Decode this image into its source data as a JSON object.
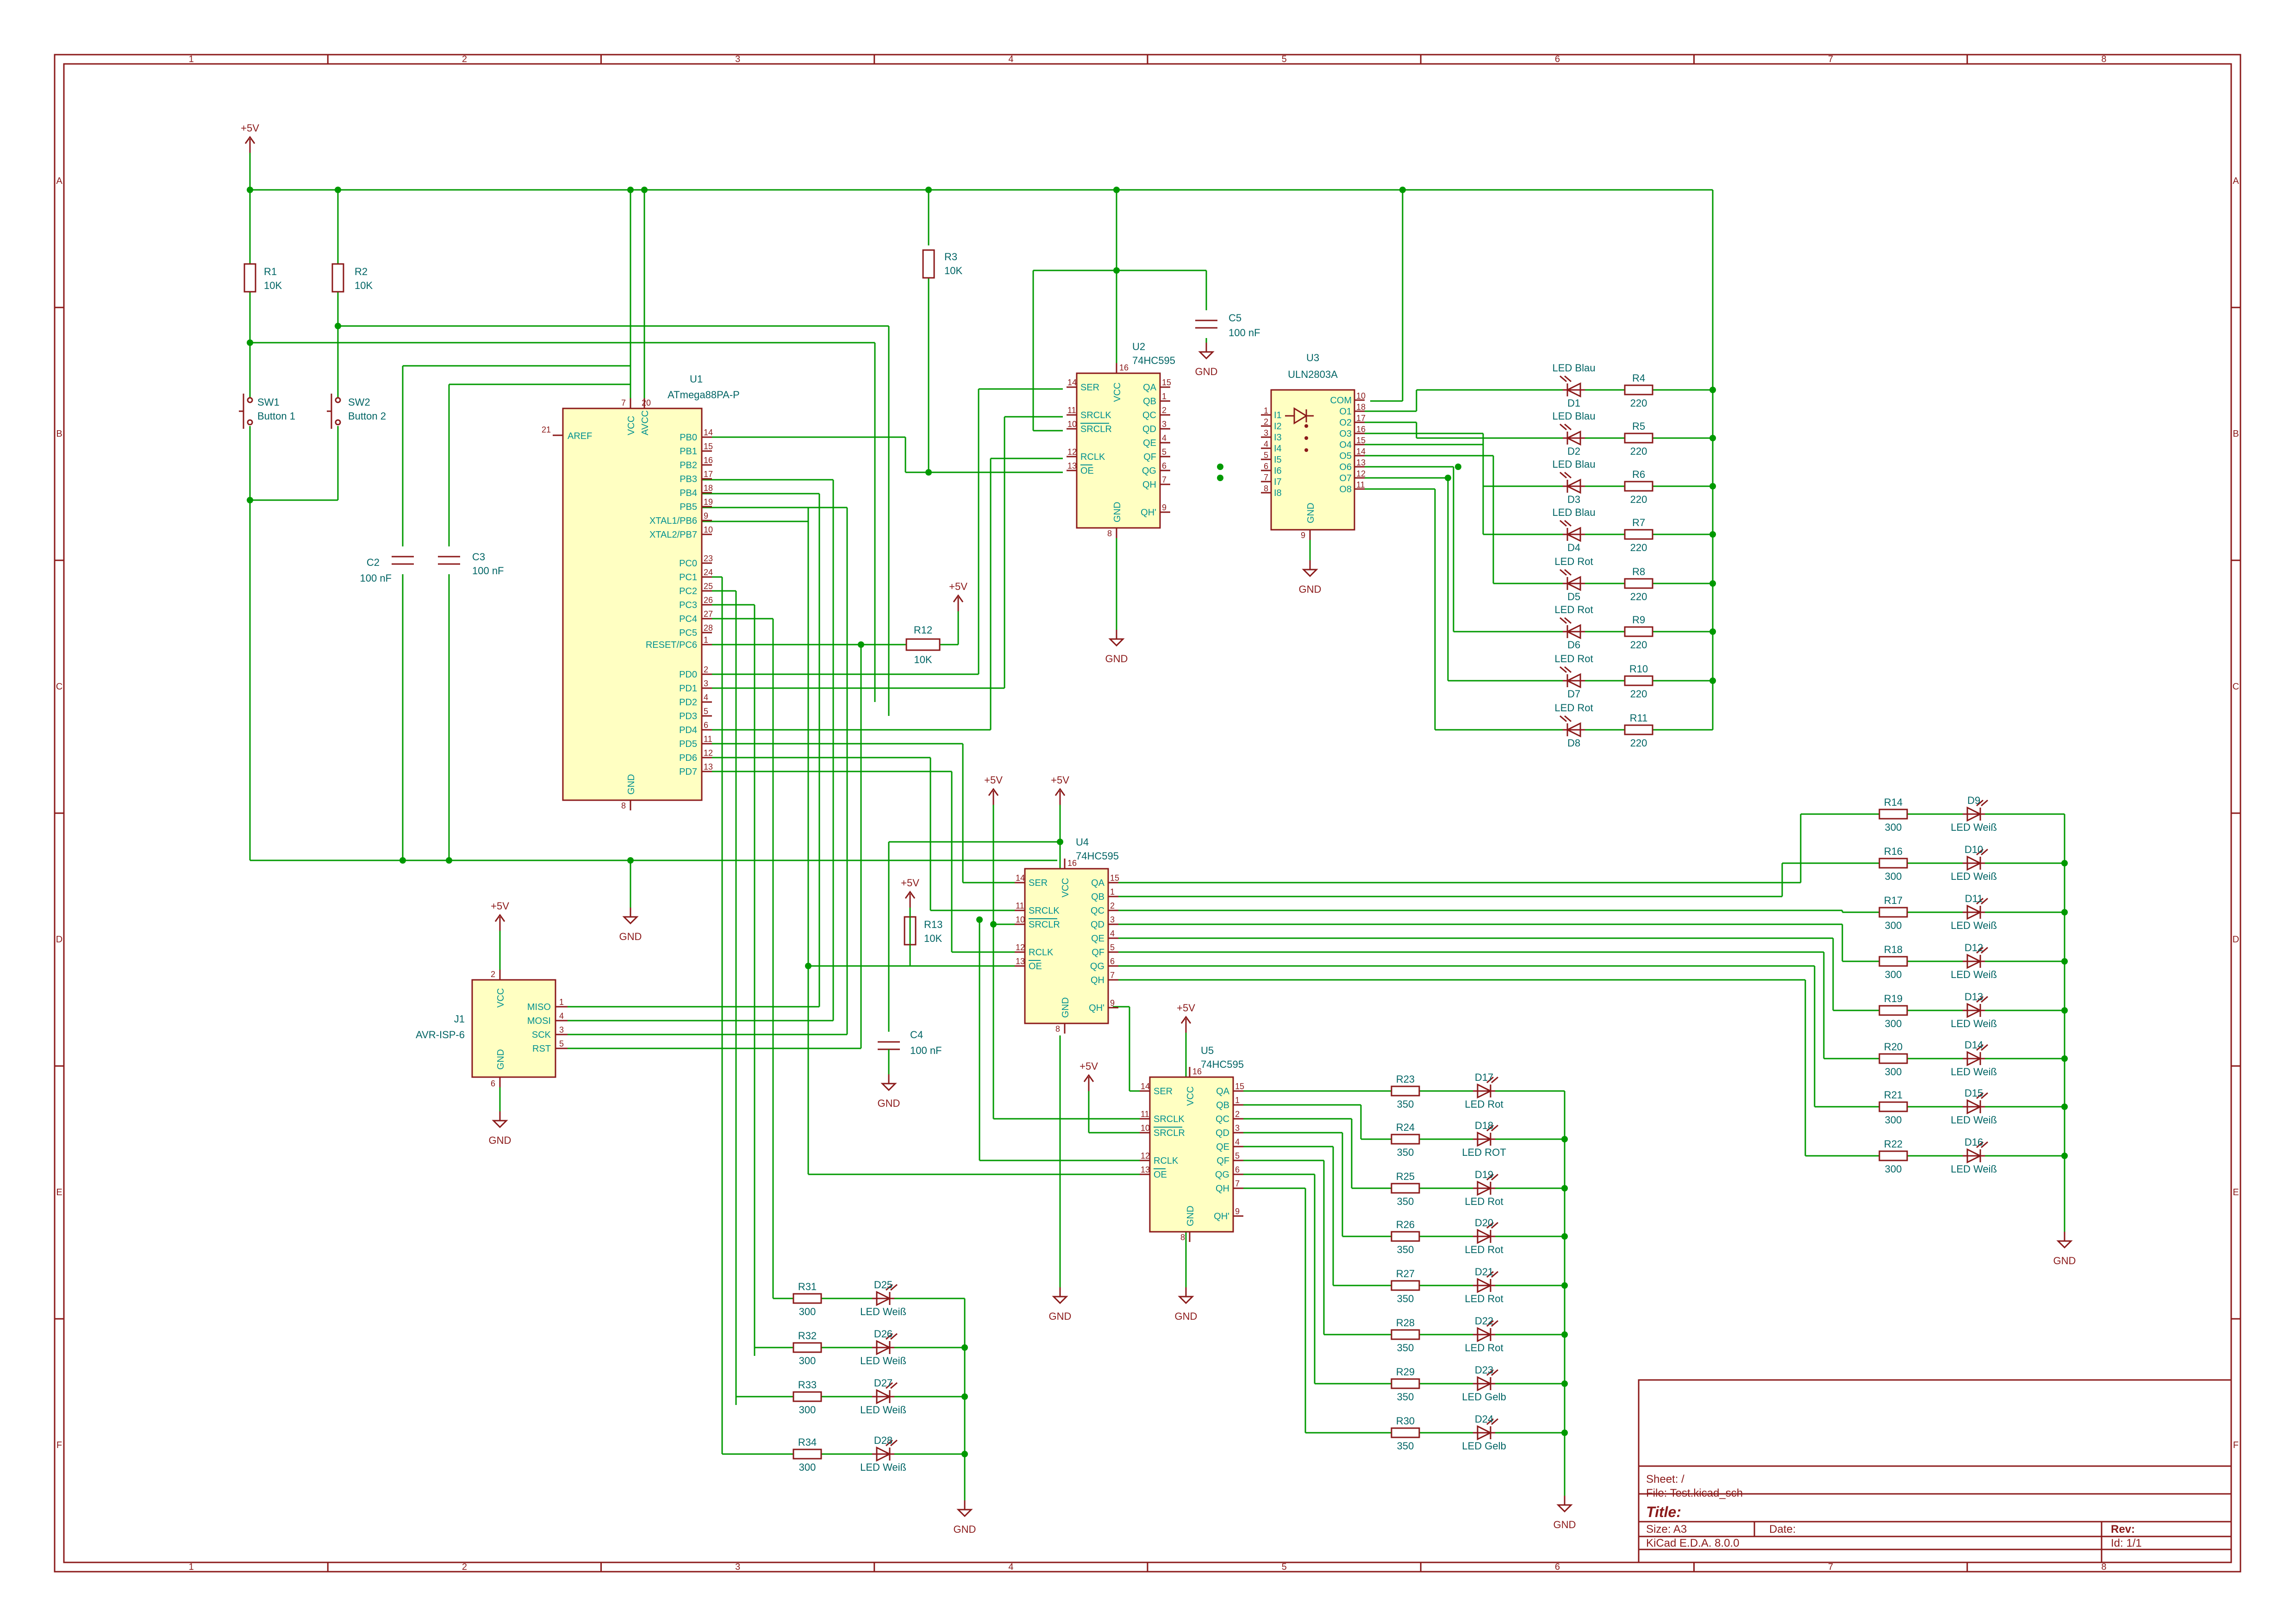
{
  "frame": {
    "columns": [
      "1",
      "2",
      "3",
      "4",
      "5",
      "6",
      "7",
      "8"
    ],
    "rows": [
      "A",
      "B",
      "C",
      "D",
      "E",
      "F"
    ]
  },
  "title_block": {
    "sheet_label": "Sheet: /",
    "file_label": "File: Test.kicad_sch",
    "title_label": "Title:",
    "size_label": "Size: A3",
    "date_label": "Date:",
    "rev_label": "Rev:",
    "tool_label": "KiCad E.D.A. 8.0.0",
    "id_label": "Id: 1/1"
  },
  "power": {
    "plus5v": "+5V",
    "gnd": "GND"
  },
  "components": {
    "u1": {
      "ref": "U1",
      "value": "ATmega88PA-P"
    },
    "u2": {
      "ref": "U2",
      "value": "74HC595"
    },
    "u3": {
      "ref": "U3",
      "value": "ULN2803A"
    },
    "u4": {
      "ref": "U4",
      "value": "74HC595"
    },
    "u5": {
      "ref": "U5",
      "value": "74HC595"
    },
    "j1": {
      "ref": "J1",
      "value": "AVR-ISP-6"
    },
    "sw1": {
      "ref": "SW1",
      "value": "Button 1"
    },
    "sw2": {
      "ref": "SW2",
      "value": "Button 2"
    },
    "r1": {
      "ref": "R1",
      "value": "10K"
    },
    "r2": {
      "ref": "R2",
      "value": "10K"
    },
    "r3": {
      "ref": "R3",
      "value": "10K"
    },
    "r12": {
      "ref": "R12",
      "value": "10K"
    },
    "r13": {
      "ref": "R13",
      "value": "10K"
    },
    "c2": {
      "ref": "C2",
      "value": "100 nF"
    },
    "c3": {
      "ref": "C3",
      "value": "100 nF"
    },
    "c4": {
      "ref": "C4",
      "value": "100 nF"
    },
    "c5": {
      "ref": "C5",
      "value": "100 nF"
    }
  },
  "u1_pins": {
    "aref": [
      "21",
      "AREF"
    ],
    "vcc": [
      "7",
      "VCC"
    ],
    "avcc": [
      "20",
      "AVCC"
    ],
    "gnd": [
      "8",
      "GND"
    ],
    "right": [
      [
        "14",
        "PB0"
      ],
      [
        "15",
        "PB1"
      ],
      [
        "16",
        "PB2"
      ],
      [
        "17",
        "PB3"
      ],
      [
        "18",
        "PB4"
      ],
      [
        "19",
        "PB5"
      ],
      [
        "9",
        "XTAL1/PB6"
      ],
      [
        "10",
        "XTAL2/PB7"
      ],
      [
        "23",
        "PC0"
      ],
      [
        "24",
        "PC1"
      ],
      [
        "25",
        "PC2"
      ],
      [
        "26",
        "PC3"
      ],
      [
        "27",
        "PC4"
      ],
      [
        "28",
        "PC5"
      ],
      [
        "1",
        "RESET/PC6"
      ],
      [
        "2",
        "PD0"
      ],
      [
        "3",
        "PD1"
      ],
      [
        "4",
        "PD2"
      ],
      [
        "5",
        "PD3"
      ],
      [
        "6",
        "PD4"
      ],
      [
        "11",
        "PD5"
      ],
      [
        "12",
        "PD6"
      ],
      [
        "13",
        "PD7"
      ]
    ]
  },
  "hc595_pins": {
    "left": [
      [
        "14",
        "SER"
      ],
      [
        "11",
        "SRCLK"
      ],
      [
        "10",
        "SRCLR"
      ],
      [
        "12",
        "RCLK"
      ],
      [
        "13",
        "OE"
      ]
    ],
    "right": [
      [
        "15",
        "QA"
      ],
      [
        "1",
        "QB"
      ],
      [
        "2",
        "QC"
      ],
      [
        "3",
        "QD"
      ],
      [
        "4",
        "QE"
      ],
      [
        "5",
        "QF"
      ],
      [
        "6",
        "QG"
      ],
      [
        "7",
        "QH"
      ],
      [
        "9",
        "QH'"
      ]
    ],
    "vcc": [
      "16",
      "VCC"
    ],
    "gnd": [
      "8",
      "GND"
    ]
  },
  "uln_pins": {
    "left": [
      [
        "1",
        "I1"
      ],
      [
        "2",
        "I2"
      ],
      [
        "3",
        "I3"
      ],
      [
        "4",
        "I4"
      ],
      [
        "5",
        "I5"
      ],
      [
        "6",
        "I6"
      ],
      [
        "7",
        "I7"
      ],
      [
        "8",
        "I8"
      ]
    ],
    "right": [
      [
        "10",
        "COM"
      ],
      [
        "18",
        "O1"
      ],
      [
        "17",
        "O2"
      ],
      [
        "16",
        "O3"
      ],
      [
        "15",
        "O4"
      ],
      [
        "14",
        "O5"
      ],
      [
        "13",
        "O6"
      ],
      [
        "12",
        "O7"
      ],
      [
        "11",
        "O8"
      ]
    ],
    "gnd": [
      "9",
      "GND"
    ]
  },
  "j1_pins": {
    "right": [
      [
        "1",
        "MISO"
      ],
      [
        "4",
        "MOSI"
      ],
      [
        "3",
        "SCK"
      ],
      [
        "5",
        "RST"
      ]
    ],
    "vcc": [
      "2",
      "VCC"
    ],
    "gnd": [
      "6",
      "GND"
    ]
  },
  "group_u3": {
    "leds": [
      {
        "ref": "D1",
        "value": "LED Blau",
        "r": "R4",
        "rv": "220"
      },
      {
        "ref": "D2",
        "value": "LED Blau",
        "r": "R5",
        "rv": "220"
      },
      {
        "ref": "D3",
        "value": "LED Blau",
        "r": "R6",
        "rv": "220"
      },
      {
        "ref": "D4",
        "value": "LED Blau",
        "r": "R7",
        "rv": "220"
      },
      {
        "ref": "D5",
        "value": "LED Rot",
        "r": "R8",
        "rv": "220"
      },
      {
        "ref": "D6",
        "value": "LED Rot",
        "r": "R9",
        "rv": "220"
      },
      {
        "ref": "D7",
        "value": "LED Rot",
        "r": "R10",
        "rv": "220"
      },
      {
        "ref": "D8",
        "value": "LED Rot",
        "r": "R11",
        "rv": "220"
      }
    ]
  },
  "group_u4": {
    "leds": [
      {
        "ref": "D9",
        "value": "LED Weiß",
        "r": "R14",
        "rv": "300"
      },
      {
        "ref": "D10",
        "value": "LED Weiß",
        "r": "R16",
        "rv": "300"
      },
      {
        "ref": "D11",
        "value": "LED Weiß",
        "r": "R17",
        "rv": "300"
      },
      {
        "ref": "D12",
        "value": "LED Weiß",
        "r": "R18",
        "rv": "300"
      },
      {
        "ref": "D13",
        "value": "LED Weiß",
        "r": "R19",
        "rv": "300"
      },
      {
        "ref": "D14",
        "value": "LED Weiß",
        "r": "R20",
        "rv": "300"
      },
      {
        "ref": "D15",
        "value": "LED Weiß",
        "r": "R21",
        "rv": "300"
      },
      {
        "ref": "D16",
        "value": "LED Weiß",
        "r": "R22",
        "rv": "300"
      }
    ]
  },
  "group_u5": {
    "leds": [
      {
        "ref": "D17",
        "value": "LED Rot",
        "r": "R23",
        "rv": "350"
      },
      {
        "ref": "D18",
        "value": "LED ROT",
        "r": "R24",
        "rv": "350"
      },
      {
        "ref": "D19",
        "value": "LED Rot",
        "r": "R25",
        "rv": "350"
      },
      {
        "ref": "D20",
        "value": "LED Rot",
        "r": "R26",
        "rv": "350"
      },
      {
        "ref": "D21",
        "value": "LED Rot",
        "r": "R27",
        "rv": "350"
      },
      {
        "ref": "D22",
        "value": "LED Rot",
        "r": "R28",
        "rv": "350"
      },
      {
        "ref": "D23",
        "value": "LED Gelb",
        "r": "R29",
        "rv": "350"
      },
      {
        "ref": "D24",
        "value": "LED Gelb",
        "r": "R30",
        "rv": "350"
      }
    ]
  },
  "group_u1": {
    "leds": [
      {
        "ref": "D25",
        "value": "LED Weiß",
        "r": "R31",
        "rv": "300"
      },
      {
        "ref": "D26",
        "value": "LED Weiß",
        "r": "R32",
        "rv": "300"
      },
      {
        "ref": "D27",
        "value": "LED Weiß",
        "r": "R33",
        "rv": "300"
      },
      {
        "ref": "D28",
        "value": "LED Weiß",
        "r": "R34",
        "rv": "300"
      }
    ]
  }
}
